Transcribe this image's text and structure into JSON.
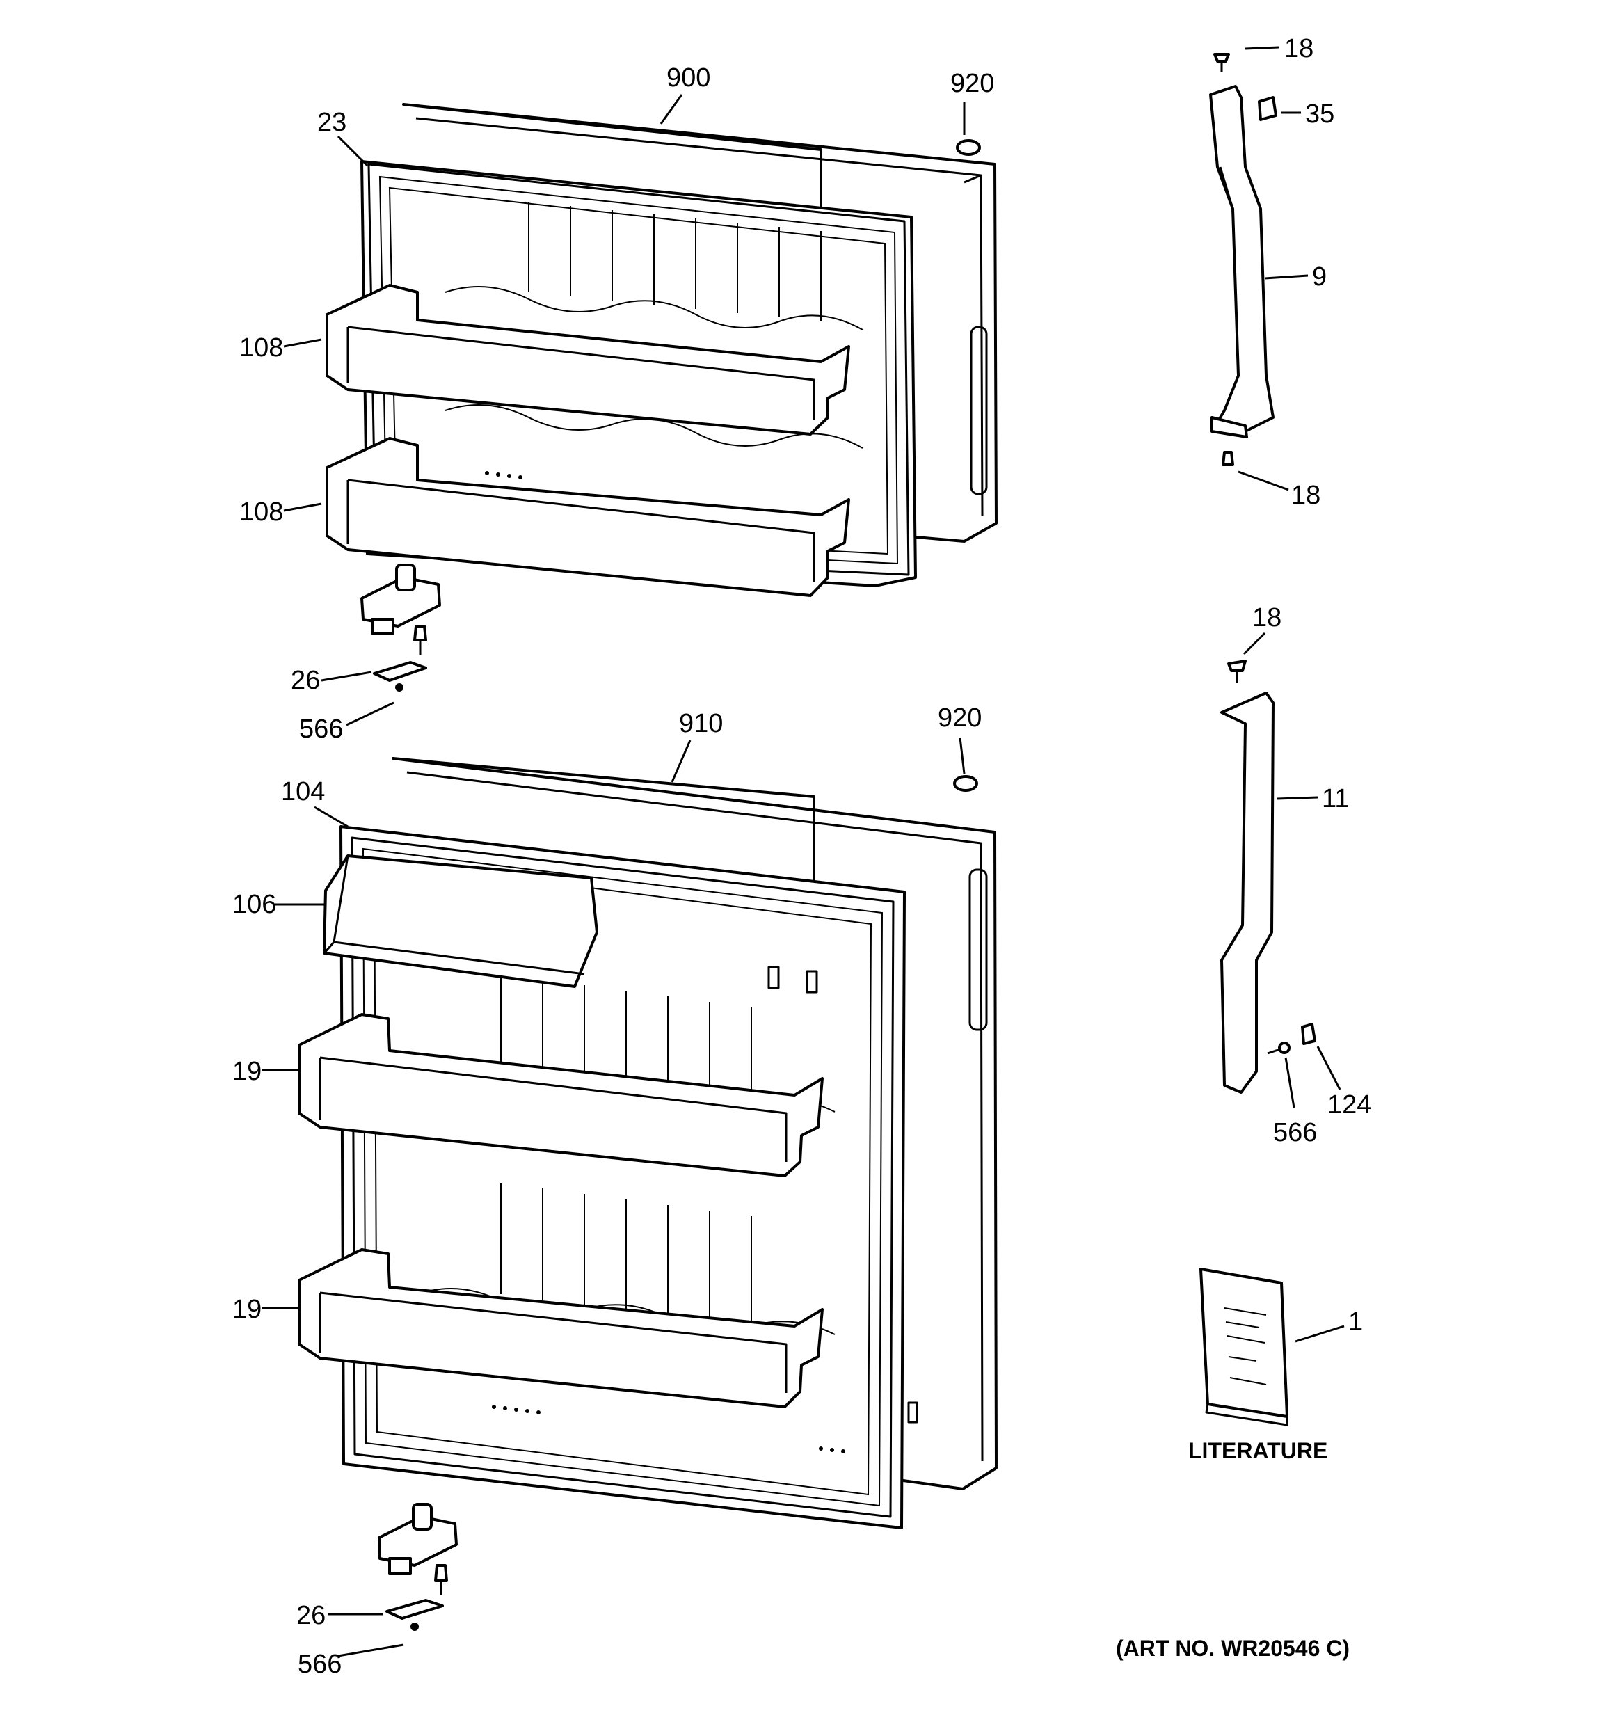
{
  "labels": {
    "door_fresh_food": "900",
    "door_freezer": "910",
    "cap_upper": "920",
    "cap_lower": "920",
    "gasket_upper": "23",
    "gasket_lower": "104",
    "shelf_upper_1": "108",
    "shelf_upper_2": "108",
    "dairy_door": "106",
    "shelf_lower_1": "19",
    "shelf_lower_2": "19",
    "hinge_upper": "26",
    "screw_upper": "566",
    "hinge_lower": "26",
    "screw_lower": "566",
    "screw_top_handle_top": "18",
    "screw_top_handle_bottom": "18",
    "screw_bottom_handle_top": "18",
    "cap_handle": "35",
    "handle_upper": "9",
    "handle_lower": "11",
    "clip": "124",
    "screw_handle_lower": "566",
    "literature_part": "1"
  },
  "literature_caption": "LITERATURE",
  "art_number": "(ART NO. WR20546 C)"
}
